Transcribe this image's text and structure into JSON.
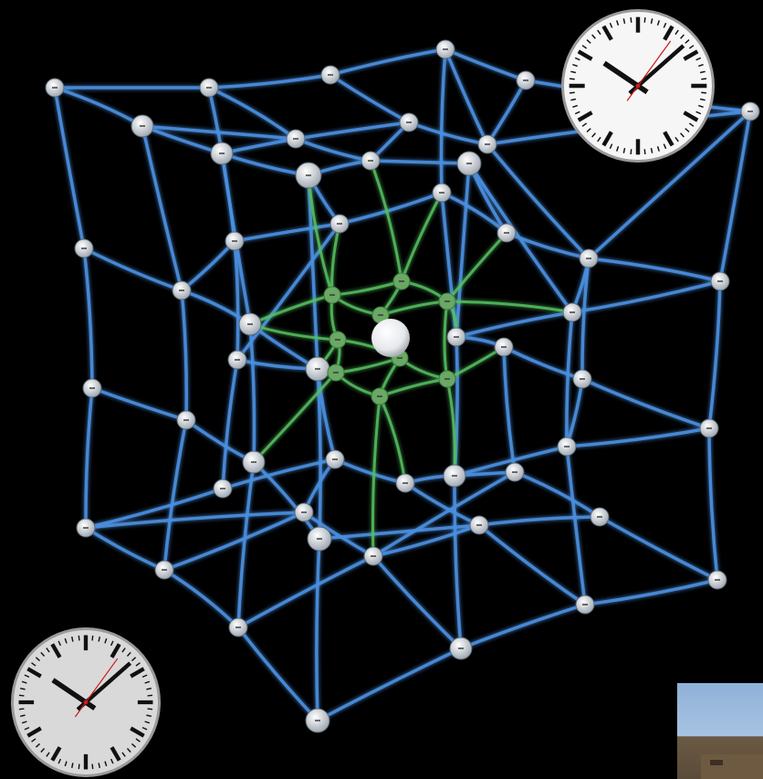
{
  "scene": {
    "background_color": "#000000",
    "lattice_color": "#4a8fe0",
    "lattice_glow_color": "#2a5fb0",
    "inner_field_color": "#55c060",
    "node_color": "#d8dde2",
    "central_mass_color": "#ffffff"
  },
  "clocks": [
    {
      "name": "upper-right-clock",
      "face_color": "#f6f6f6",
      "hour": 10,
      "minute": 8,
      "second": 6
    },
    {
      "name": "lower-left-clock",
      "face_color": "#d9d9d9",
      "hour": 10,
      "minute": 8,
      "second": 6
    }
  ],
  "corner_photo": {
    "name": "building-photo-fragment",
    "sky_color": "#9bbbe0",
    "building_color": "#6e5a40"
  }
}
